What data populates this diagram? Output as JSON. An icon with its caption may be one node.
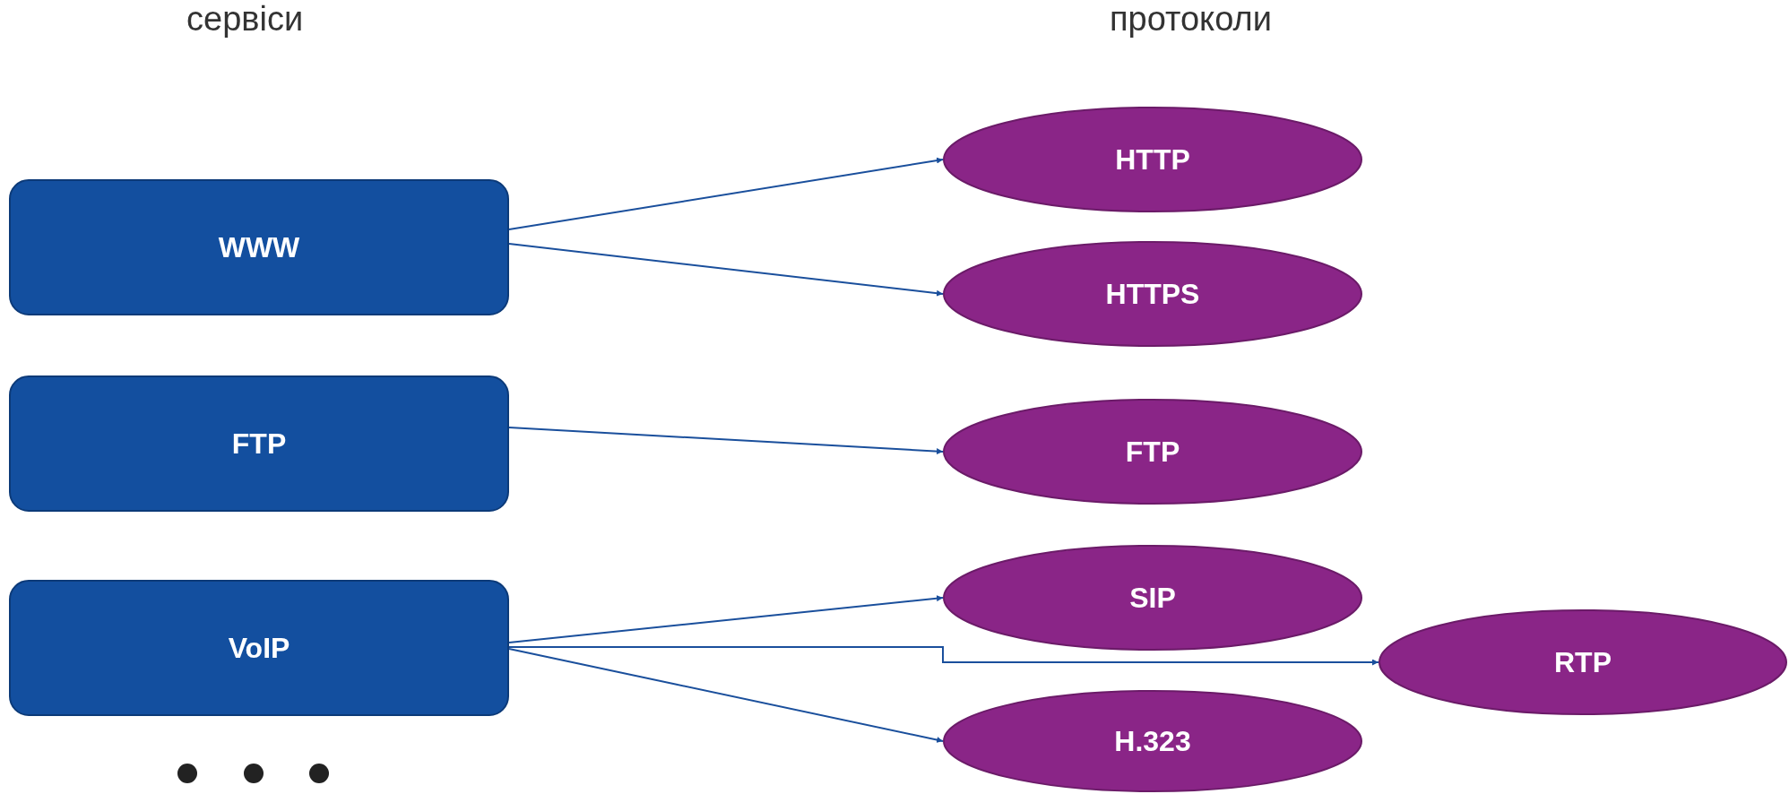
{
  "diagram": {
    "nodes": [
      {
        "text": [
          "WWW"
        ]
      },
      {
        "text": [
          "FTP"
        ]
      },
      {
        "text": [
          "VoIP"
        ]
      },
      {
        "text": [
          "HTTP"
        ]
      },
      {
        "text": [
          "HTTPS"
        ]
      },
      {
        "text": [
          "FTP"
        ]
      },
      {
        "text": [
          "SIP"
        ]
      },
      {
        "text": [
          "RTP"
        ]
      },
      {
        "text": [
          "H.323"
        ]
      }
    ],
    "edges": [
      {
        "from": 0,
        "to": 3,
        "arrow": "to"
      },
      {
        "from": 0,
        "to": 4,
        "arrow": "to"
      },
      {
        "from": 1,
        "to": 5,
        "arrow": "to"
      },
      {
        "from": 2,
        "to": 6,
        "arrow": "to"
      },
      {
        "from": 2,
        "to": 7,
        "arrow": "to"
      },
      {
        "from": 2,
        "to": 8,
        "arrow": "to"
      }
    ],
    "labels": [
      "сервіси",
      "протоколи"
    ]
  }
}
